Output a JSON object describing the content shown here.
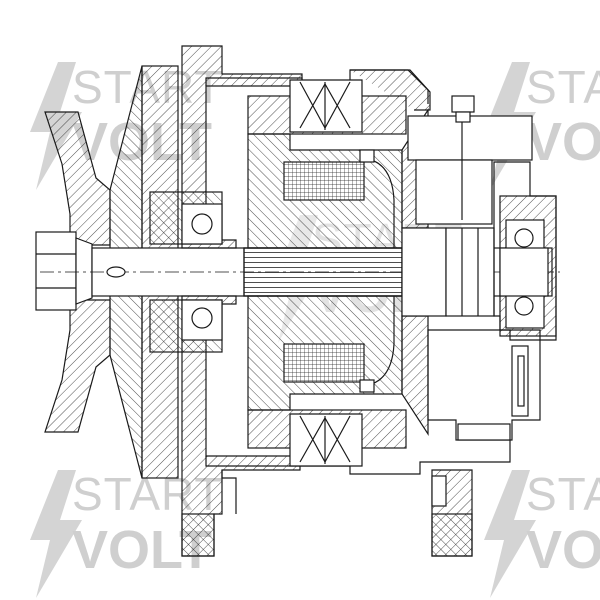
{
  "watermark": {
    "line1": "START",
    "line2": "VOLT",
    "icon": "lightning-bolt-icon",
    "color": "#cfcfcf"
  },
  "drawing": {
    "subject": "alternator-cross-section",
    "line_color": "#1a1a1a",
    "hatch_style": "diagonal"
  }
}
